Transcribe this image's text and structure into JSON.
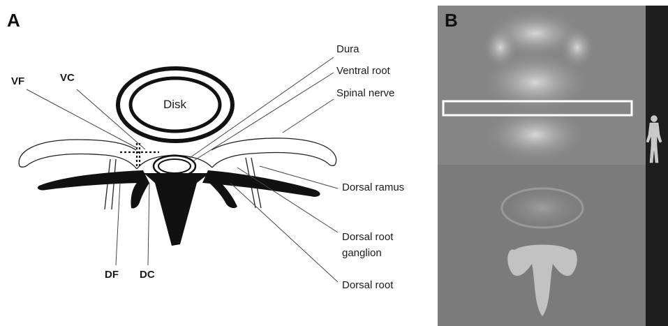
{
  "panel_a": {
    "letter": "A",
    "disk_label": "Disk",
    "left_labels": {
      "vf": "VF",
      "vc": "VC",
      "df": "DF",
      "dc": "DC"
    },
    "right_labels": {
      "dura": "Dura",
      "ventral_root": "Ventral root",
      "spinal_nerve": "Spinal nerve",
      "dorsal_ramus": "Dorsal ramus",
      "dorsal_root_ganglion_1": "Dorsal root",
      "dorsal_root_ganglion_2": "ganglion",
      "dorsal_root": "Dorsal root"
    }
  },
  "panel_b": {
    "letter": "B",
    "image_type": "CT scout with axial slice",
    "colors": {
      "ct_gray": "#7d7d7d",
      "side_bar": "#1e1e1e",
      "selection_box": "#ffffff"
    }
  }
}
